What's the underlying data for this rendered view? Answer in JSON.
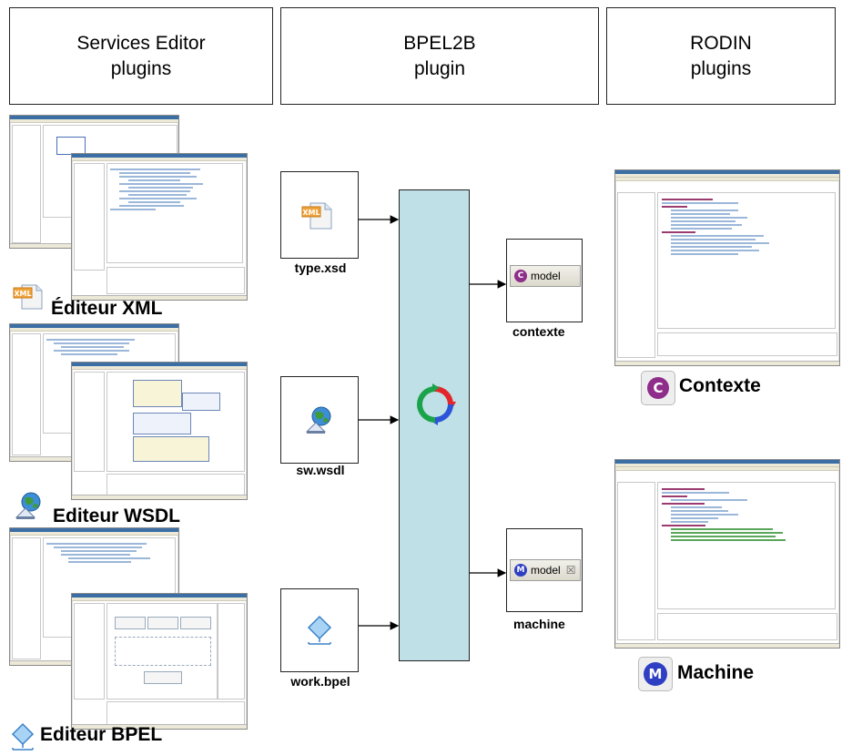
{
  "headers": [
    {
      "line1": "Services Editor",
      "line2": "plugins"
    },
    {
      "line1": "BPEL2B",
      "line2": "plugin"
    },
    {
      "line1": "RODIN",
      "line2": "plugins"
    }
  ],
  "editors": [
    {
      "label": "Éditeur XML",
      "icon": "xml-file-icon"
    },
    {
      "label": "Editeur WSDL",
      "icon": "wsdl-globe-icon"
    },
    {
      "label": "Editeur BPEL",
      "icon": "bpel-diamond-icon"
    }
  ],
  "inputs": [
    {
      "label": "type.xsd",
      "icon": "xml-file-icon"
    },
    {
      "label": "sw.wsdl",
      "icon": "wsdl-globe-icon"
    },
    {
      "label": "work.bpel",
      "icon": "bpel-diamond-icon"
    }
  ],
  "outputs": [
    {
      "label": "contexte",
      "tab_label": "model",
      "badge": "C"
    },
    {
      "label": "machine",
      "tab_label": "model",
      "badge": "M"
    }
  ],
  "results": [
    {
      "label": "Contexte",
      "badge": "C"
    },
    {
      "label": "Machine",
      "badge": "M"
    }
  ],
  "colors": {
    "process_fill": "#bfe0e6",
    "context_badge": "#8e2d8a",
    "machine_badge": "#2f3fc4",
    "cycle_red": "#e3262b",
    "cycle_green": "#1aa34a",
    "cycle_blue": "#2b55d6"
  }
}
